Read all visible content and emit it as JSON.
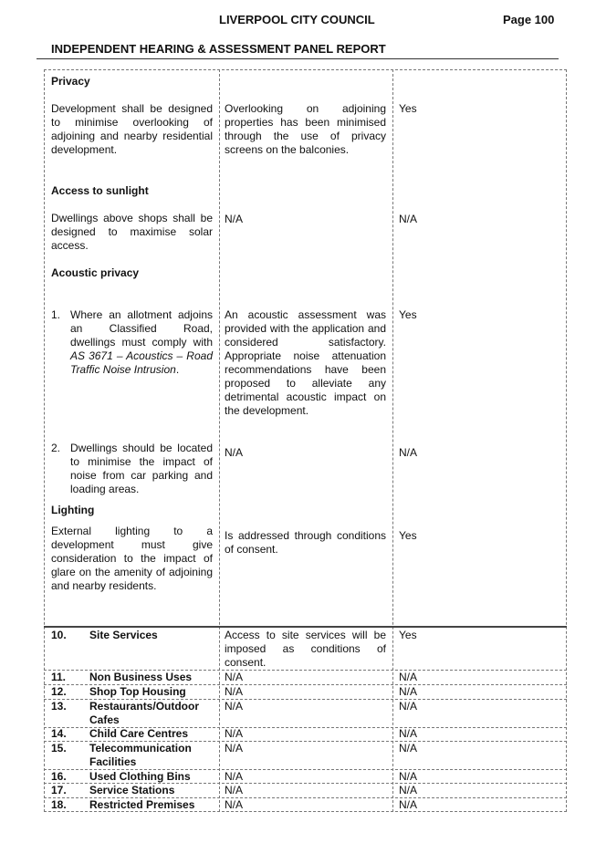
{
  "header": {
    "council": "LIVERPOOL CITY COUNCIL",
    "page": "Page 100",
    "report_title": "INDEPENDENT HEARING & ASSESSMENT PANEL REPORT"
  },
  "sections": {
    "privacy": {
      "heading": "Privacy",
      "control": "Development shall be designed to minimise overlooking of adjoining and nearby residential development.",
      "comment": "Overlooking on adjoining properties has been minimised through the use of privacy screens on the balconies.",
      "complies": "Yes"
    },
    "sunlight": {
      "heading": "Access to sunlight",
      "control": "Dwellings above shops shall be designed to maximise solar access.",
      "comment": "N/A",
      "complies": "N/A"
    },
    "acoustic": {
      "heading": "Acoustic privacy",
      "item1_num": "1.",
      "item1_text": "Where an allotment adjoins an Classified Road, dwellings must comply with",
      "item1_ref": "AS 3671 – Acoustics – Road Traffic Noise Intrusion",
      "item1_end": ".",
      "item1_comment": "An acoustic assessment was provided with the application and considered satisfactory. Appropriate noise attenuation recommendations have been proposed to alleviate any detrimental acoustic impact on the development.",
      "item1_complies": "Yes",
      "item2_num": "2.",
      "item2_text": "Dwellings should be located to minimise the impact of noise from car parking and loading areas.",
      "item2_comment": "N/A",
      "item2_complies": "N/A"
    },
    "lighting": {
      "heading": "Lighting",
      "control": "External lighting to a development must give consideration to the impact of glare on the amenity of adjoining and nearby residents.",
      "comment": "Is addressed through conditions of consent.",
      "complies": "Yes"
    }
  },
  "numbered_rows": [
    {
      "num": "10.",
      "title": "Site Services",
      "comment": "Access to site services will be imposed as conditions of consent.",
      "complies": "Yes"
    },
    {
      "num": "11.",
      "title": "Non Business Uses",
      "comment": "N/A",
      "complies": "N/A"
    },
    {
      "num": "12.",
      "title": "Shop Top Housing",
      "comment": "N/A",
      "complies": "N/A"
    },
    {
      "num": "13.",
      "title": "Restaurants/Outdoor Cafes",
      "comment": "N/A",
      "complies": "N/A"
    },
    {
      "num": "14.",
      "title": "Child Care Centres",
      "comment": "N/A",
      "complies": "N/A"
    },
    {
      "num": "15.",
      "title": "Telecommunication Facilities",
      "comment": "N/A",
      "complies": "N/A"
    },
    {
      "num": "16.",
      "title": "Used Clothing Bins",
      "comment": "N/A",
      "complies": "N/A"
    },
    {
      "num": "17.",
      "title": "Service Stations",
      "comment": "N/A",
      "complies": "N/A"
    },
    {
      "num": "18.",
      "title": "Restricted Premises",
      "comment": "N/A",
      "complies": "N/A"
    }
  ]
}
